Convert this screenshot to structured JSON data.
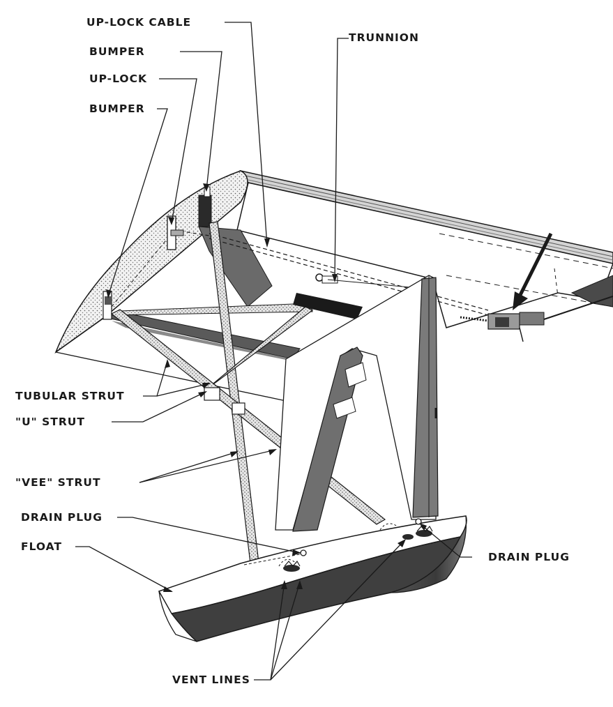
{
  "labels": {
    "uplock_cable": "UP-LOCK CABLE",
    "bumper_upper": "BUMPER",
    "uplock": "UP-LOCK",
    "bumper_lower": "BUMPER",
    "trunnion": "TRUNNION",
    "tubular_strut": "TUBULAR STRUT",
    "u_strut": "\"U\" STRUT",
    "vee_strut": "\"VEE\" STRUT",
    "drain_plug_left": "DRAIN PLUG",
    "float": "FLOAT",
    "drain_plug_right": "DRAIN PLUG",
    "vent_lines": "VENT LINES"
  },
  "colors": {
    "ink": "#1a1a1a",
    "shade_dark": "#3a3a3a",
    "shade_mid": "#6e6e6e",
    "shade_light": "#a8a8a8",
    "paper": "#ffffff"
  }
}
